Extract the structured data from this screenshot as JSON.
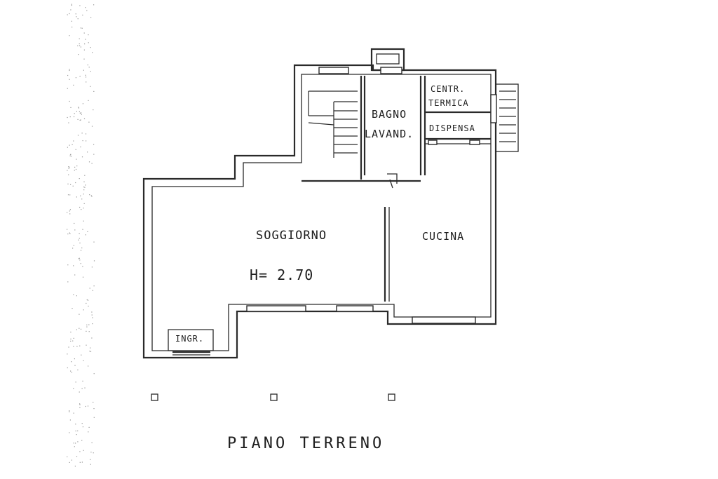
{
  "rooms": {
    "bagno": "BAGNO",
    "lavand": "LAVAND.",
    "centr": "CENTR.",
    "termica": "TERMICA",
    "dispensa": "DISPENSA",
    "soggiorno": "SOGGIORNO",
    "cucina": "CUCINA",
    "ingresso": "INGR."
  },
  "height_note": "H= 2.70",
  "floor_title": "PIANO TERRENO"
}
